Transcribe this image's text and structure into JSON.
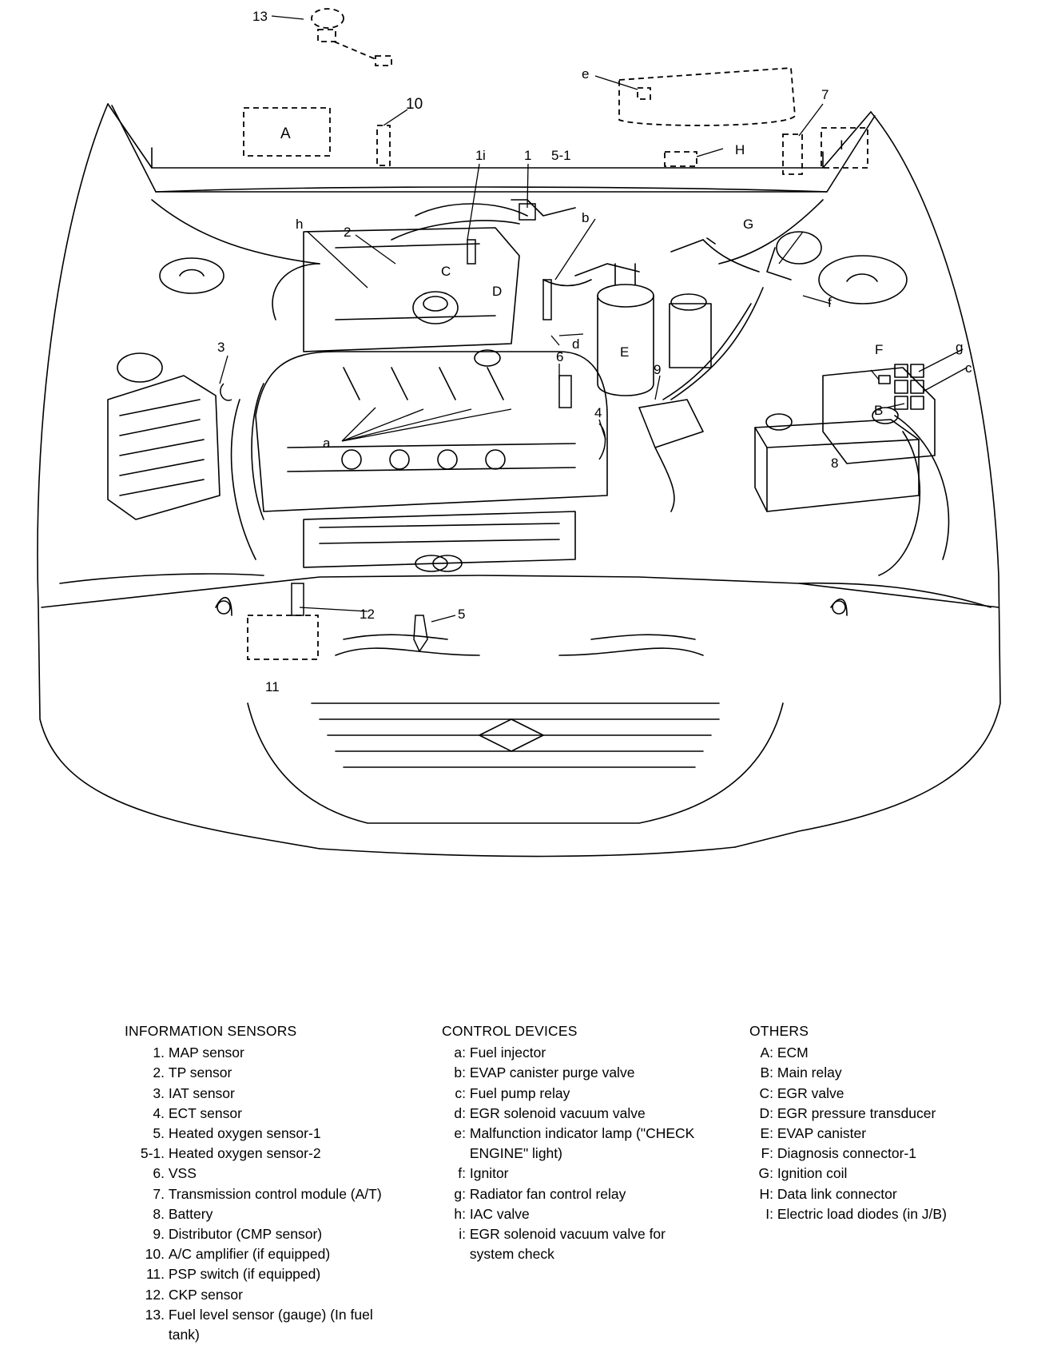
{
  "callouts": {
    "n13": "13",
    "n10": "10",
    "n7": "7",
    "n1a": "1",
    "n1b": "1",
    "n5_1": "5-1",
    "n2": "2",
    "n3": "3",
    "n6": "6",
    "n4": "4",
    "n9": "9",
    "n8": "8",
    "n12": "12",
    "n5": "5",
    "n11": "11",
    "la": "a",
    "lb": "b",
    "lc": "c",
    "ld": "d",
    "le": "e",
    "lf": "f",
    "lg": "g",
    "lh": "h",
    "li": "i",
    "LA": "A",
    "LB": "B",
    "LC": "C",
    "LD": "D",
    "LE": "E",
    "LF": "F",
    "LG": "G",
    "LH": "H",
    "LI": "I"
  },
  "legend": {
    "sensors": {
      "title": "INFORMATION SENSORS",
      "items": [
        {
          "key": "1.",
          "text": "MAP sensor"
        },
        {
          "key": "2.",
          "text": "TP sensor"
        },
        {
          "key": "3.",
          "text": "IAT sensor"
        },
        {
          "key": "4.",
          "text": "ECT sensor"
        },
        {
          "key": "5.",
          "text": "Heated oxygen sensor-1"
        },
        {
          "key": "5-1.",
          "text": "Heated oxygen sensor-2"
        },
        {
          "key": "6.",
          "text": "VSS"
        },
        {
          "key": "7.",
          "text": "Transmission control module (A/T)"
        },
        {
          "key": "8.",
          "text": "Battery"
        },
        {
          "key": "9.",
          "text": "Distributor (CMP sensor)"
        },
        {
          "key": "10.",
          "text": "A/C amplifier (if equipped)"
        },
        {
          "key": "11.",
          "text": "PSP switch (if equipped)"
        },
        {
          "key": "12.",
          "text": "CKP sensor"
        },
        {
          "key": "13.",
          "text": "Fuel level sensor (gauge) (In fuel tank)"
        }
      ]
    },
    "controls": {
      "title": "CONTROL DEVICES",
      "items": [
        {
          "key": "a:",
          "text": "Fuel injector"
        },
        {
          "key": "b:",
          "text": "EVAP canister purge valve"
        },
        {
          "key": "c:",
          "text": "Fuel pump relay"
        },
        {
          "key": "d:",
          "text": "EGR solenoid vacuum valve"
        },
        {
          "key": "e:",
          "text": "Malfunction indicator lamp (\"CHECK ENGINE\" light)"
        },
        {
          "key": "f:",
          "text": "Ignitor"
        },
        {
          "key": "g:",
          "text": "Radiator fan control relay"
        },
        {
          "key": "h:",
          "text": "IAC valve"
        },
        {
          "key": "i:",
          "text": "EGR solenoid vacuum valve for system check"
        }
      ]
    },
    "others": {
      "title": "OTHERS",
      "items": [
        {
          "key": "A:",
          "text": "ECM"
        },
        {
          "key": "B:",
          "text": "Main relay"
        },
        {
          "key": "C:",
          "text": "EGR valve"
        },
        {
          "key": "D:",
          "text": "EGR pressure transducer"
        },
        {
          "key": "E:",
          "text": "EVAP canister"
        },
        {
          "key": "F:",
          "text": "Diagnosis connector-1"
        },
        {
          "key": "G:",
          "text": "Ignition coil"
        },
        {
          "key": "H:",
          "text": "Data link connector"
        },
        {
          "key": "I:",
          "text": "Electric load diodes (in J/B)"
        }
      ]
    }
  }
}
